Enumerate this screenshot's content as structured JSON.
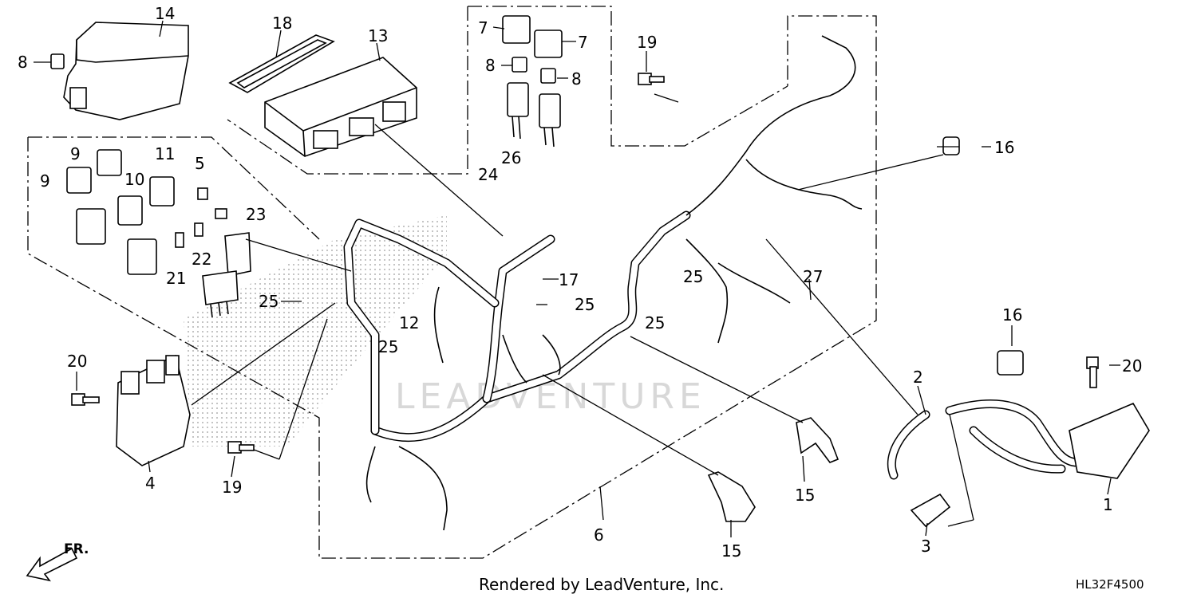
{
  "footer": {
    "rendered_by": "Rendered by LeadVenture, Inc.",
    "diagram_code": "HL32F4500"
  },
  "direction_label": "FR.",
  "watermark": "LEADVENTURE",
  "callouts": [
    "14",
    "8",
    "18",
    "13",
    "7",
    "7",
    "8",
    "8",
    "19",
    "9",
    "9",
    "11",
    "10",
    "5",
    "23",
    "22",
    "21",
    "24",
    "26",
    "16",
    "25",
    "12",
    "25",
    "17",
    "25",
    "25",
    "25",
    "27",
    "20",
    "4",
    "19",
    "16",
    "20",
    "2",
    "6",
    "15",
    "15",
    "3",
    "1"
  ]
}
